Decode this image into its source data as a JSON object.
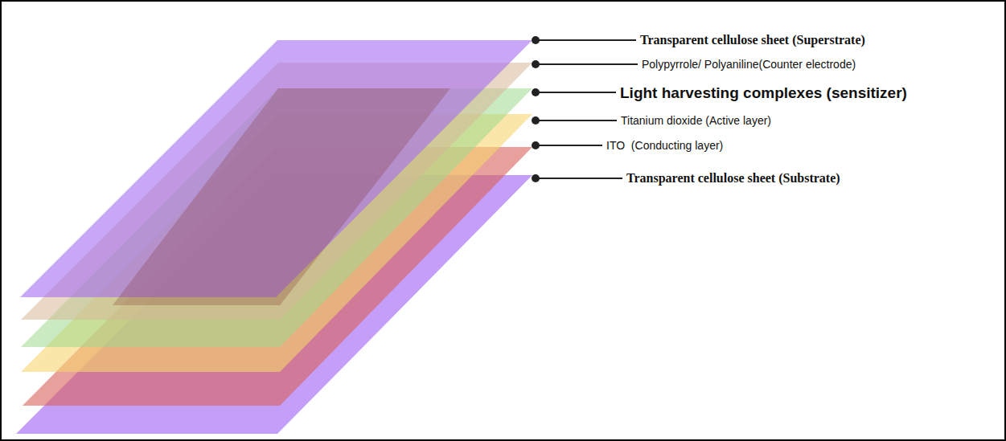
{
  "diagram": {
    "labels": [
      "Transparent cellulose sheet (Superstrate)",
      "Polypyrrole/ Polyaniline(Counter electrode)",
      "Light harvesting complexes (sensitizer)",
      "Titanium dioxide (Active layer)",
      "ITO  (Conducting layer)",
      "Transparent cellulose sheet (Substrate)"
    ]
  }
}
